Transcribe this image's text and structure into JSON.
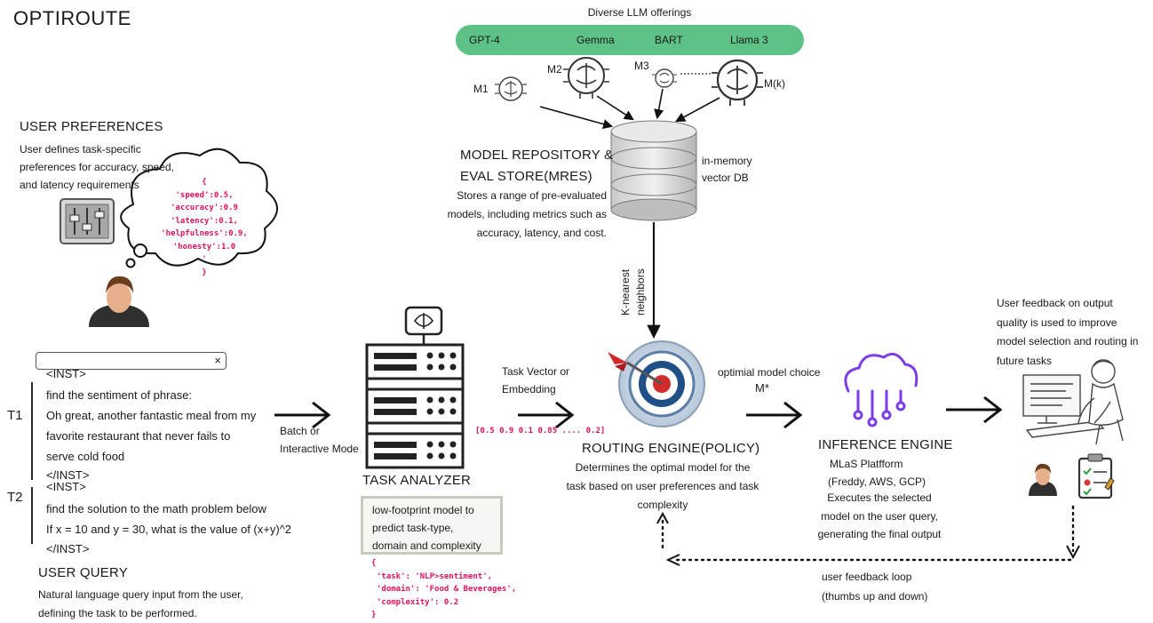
{
  "title": "OPTIROUTE",
  "llm": {
    "header": "Diverse LLM offerings",
    "offerings": [
      "GPT-4",
      "Gemma",
      "BART",
      "Llama 3"
    ],
    "models": [
      "M1",
      "M2",
      "M3",
      "M(k)"
    ]
  },
  "repository": {
    "title_line1": "MODEL REPOSITORY &",
    "title_line2": "EVAL STORE(MRES)",
    "desc": [
      "Stores a range of pre-evaluated",
      "models, including metrics such as",
      "accuracy, latency, and cost."
    ],
    "db_line1": "in-memory",
    "db_line2": "vector DB",
    "knn_line1": "K-nearest",
    "knn_line2": "neighbors"
  },
  "user_prefs": {
    "title": "USER PREFERENCES",
    "desc": [
      "User defines task-specific",
      "preferences for accuracy, speed,",
      "and latency requirements"
    ],
    "json": [
      "{",
      "'speed':0.5,",
      "'accuracy':0.9",
      "'latency':0.1,",
      "'helpfulness':0.9,",
      "'honesty':1.0",
      "'",
      "}"
    ]
  },
  "query": {
    "open_tag": "<INST>",
    "t1_label": "T1",
    "t1_lines": [
      "find the sentiment of phrase:",
      "Oh great, another fantastic meal from my",
      "favorite restaurant that never fails to",
      "serve cold food"
    ],
    "close_tag": "</INST>",
    "open_tag2": "<INST>",
    "t2_label": "T2",
    "t2_lines": [
      "find the solution to the math problem below",
      "If x = 10 and y = 30, what is the value of (x+y)^2"
    ],
    "close_tag2": "</INST>",
    "search_clear": "×",
    "title": "USER QUERY",
    "desc": [
      "Natural language query input from the user,",
      "defining the task to be performed."
    ]
  },
  "mode": {
    "line1": "Batch or",
    "line2": "Interactive Mode"
  },
  "task_analyzer": {
    "title": "TASK ANALYZER",
    "box": [
      "low-footprint model to",
      "predict task-type,",
      "domain and complexity"
    ],
    "json": [
      "{",
      "'task': 'NLP>sentiment',",
      "'domain': 'Food & Beverages',",
      "'complexity': 0.2",
      "}"
    ]
  },
  "task_vector": {
    "line1": "Task Vector or",
    "line2": "Embedding",
    "vector": "[0.5 0.9 0.1 0.85 .... 0.2]"
  },
  "routing": {
    "title": "ROUTING ENGINE(POLICY)",
    "desc": [
      "Determines the optimal model for the",
      "task based on user preferences and task",
      "complexity"
    ]
  },
  "model_choice": {
    "label": "optimial model choice",
    "symbol": "M*"
  },
  "inference": {
    "title": "INFERENCE ENGINE",
    "platform": "MLaS Platfform",
    "providers": "(Freddy, AWS, GCP)",
    "desc": [
      "Executes the selected",
      "model on the user query,",
      "generating the final output"
    ]
  },
  "feedback": {
    "desc": [
      "User feedback on output",
      "quality is used to improve",
      "model selection and routing in",
      "future tasks"
    ],
    "loop_line1": "user feedback loop",
    "loop_line2": "(thumbs up and down)"
  },
  "colors": {
    "pill": "#5cc285",
    "json_pink": "#e0115f",
    "cloud_purple": "#7a3de8"
  }
}
